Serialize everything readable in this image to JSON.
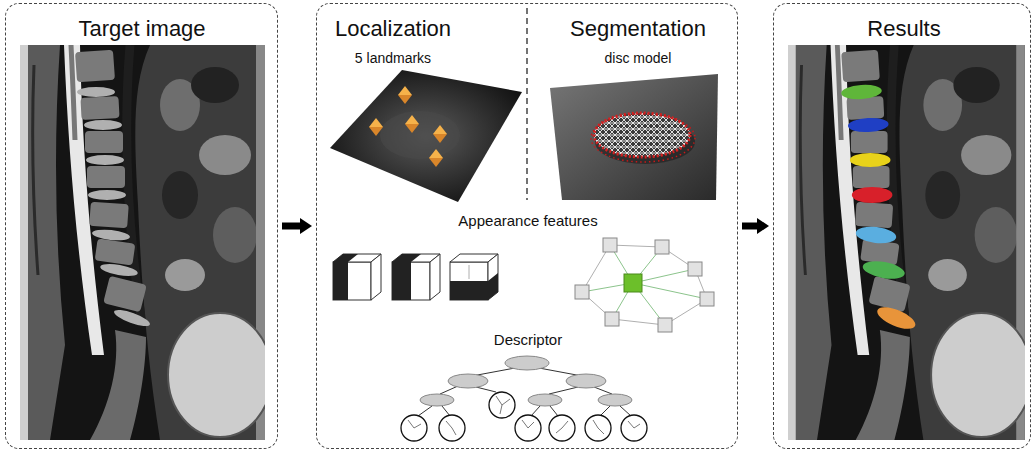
{
  "diagram": {
    "nodes": [
      {
        "text": [
          "Target image"
        ]
      },
      {
        "text": [
          "Localization",
          "Segmentation",
          "5 landmarks",
          "disc model",
          "Appearance features",
          "Descriptor"
        ]
      },
      {
        "text": [
          "Results"
        ]
      }
    ],
    "edges": [
      {
        "from": 0,
        "to": 1,
        "arrow": "to"
      },
      {
        "from": 1,
        "to": 2,
        "arrow": "to"
      }
    ]
  }
}
